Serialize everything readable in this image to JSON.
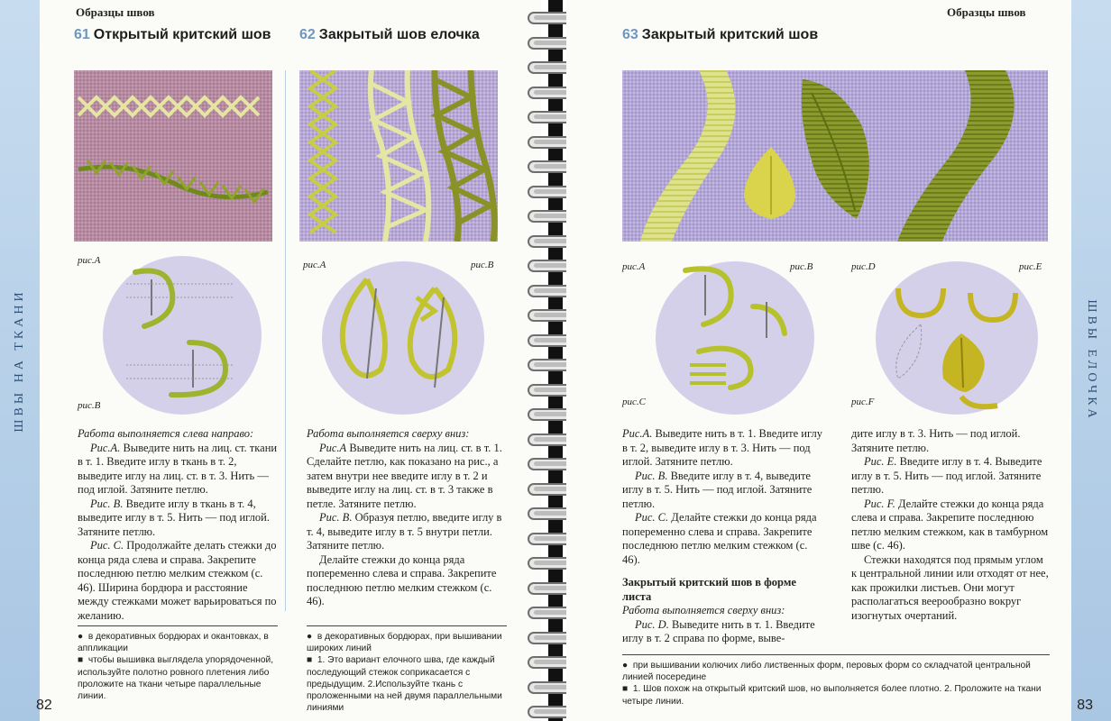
{
  "left_page": {
    "band_label": "ШВЫ НА ТКАНИ",
    "header": "Образцы швов",
    "page_number": "82",
    "stitch_61": {
      "number": "61",
      "title": "Открытый критский шов",
      "fig_a": "рис.А",
      "fig_b": "рис.B",
      "text": {
        "intro": "Работа выполняется слева направо:",
        "p1_label": "Рис.А.",
        "p1": " Выведите нить на лиц. ст. ткани в т. 1. Введите иглу в ткань в т. 2, выведите иглу на лиц. ст. в т. 3. Нить — под иглой. Затяните петлю.",
        "p2_label": "Рис. B.",
        "p2": " Введите иглу в ткань в т. 4, выведите иглу в т. 5. Нить — под иглой. Затяните петлю.",
        "p3_label": "Рис. C.",
        "p3": " Продолжайте делать стежки до конца ряда слева и справа. Закрепите последнюю петлю мелким стежком (с. 46). Ширина бордюра и расстояние между стежками может варьироваться по желанию."
      },
      "note1": "в декоративных бордюрах и окантовках, в аппликации",
      "note2": "чтобы вышивка выглядела упорядоченной, используйте полотно ровного плетения либо проложите на ткани четыре параллельные линии."
    },
    "stitch_62": {
      "number": "62",
      "title": "Закрытый шов елочка",
      "fig_a": "рис.А",
      "fig_b": "рис.B",
      "text": {
        "intro": "Работа выполняется сверху вниз:",
        "p1_label": "Рис.А",
        "p1": " Выведите нить на лиц. ст. в т. 1. Сделайте петлю, как показано на рис., а затем внутри нее введите иглу в т. 2 и выведите иглу на лиц. ст. в т. 3 также в петле. Затяните петлю.",
        "p2_label": "Рис. B.",
        "p2": " Образуя петлю, введите иглу в т. 4, выведите иглу в т. 5 внутри петли. Затяните петлю.",
        "p3": "Делайте стежки до конца ряда попеременно слева и справа. Закрепите последнюю петлю мелким стежком (с. 46)."
      },
      "note1": "в декоративных бордюрах, при вышивании широких линий",
      "note2": "1. Это вариант елочного шва, где каждый последующий стежок соприкасается с предыдущим. 2.Используйте ткань с проложенными на ней двумя параллельными линиями"
    }
  },
  "right_page": {
    "band_label": "ШВЫ ЕЛОЧКА",
    "header": "Образцы швов",
    "page_number": "83",
    "stitch_63": {
      "number": "63",
      "title": "Закрытый критский шов",
      "fig_a": "рис.А",
      "fig_b": "рис.B",
      "fig_c": "рис.C",
      "fig_d": "рис.D",
      "fig_e": "рис.E",
      "fig_f": "рис.F",
      "col1": {
        "p1_label": "Рис.А.",
        "p1": " Выведите нить в т. 1. Введите иглу в т. 2, выведите иглу в т. 3. Нить — под иглой. Затяните петлю.",
        "p2_label": "Рис. B.",
        "p2": " Введите иглу в т. 4, выведите иглу в т. 5. Нить — под иглой. Затяните петлю.",
        "p3_label": "Рис. C.",
        "p3": " Делайте стежки до конца ряда попеременно слева и справа. Закрепите последнюю петлю мелким стежком (с. 46).",
        "sub_title": "Закрытый критский шов в форме листа",
        "sub_intro": "Работа выполняется сверху вниз:",
        "p4_label": "Рис. D.",
        "p4": " Выведите нить в т. 1. Введите иглу в т. 2 справа по форме, выве-"
      },
      "col2": {
        "p1": "дите иглу в т. 3. Нить — под иглой. Затяните петлю.",
        "p2_label": "Рис. E.",
        "p2": " Введите иглу в т. 4. Выведите иглу в т. 5. Нить — под иглой. Затяните петлю.",
        "p3_label": "Рис. F.",
        "p3": " Делайте стежки до конца ряда слева и справа. Закрепите последнюю петлю мелким стежком, как в тамбурном шве (с. 46).",
        "p4": "Стежки находятся под прямым углом к центральной линии или отходят от нее, как прожилки листьев. Они могут располагаться веерообразно вокруг изогнутых очертаний."
      },
      "note1": "при вышивании колючих либо лиственных форм, перовых форм со складчатой центральной линией посередине",
      "note2": "1. Шов похож на открытый критский шов, но выполняется более плотно. 2. Проложите на ткани четыре линии."
    }
  },
  "colors": {
    "band": "#b6cfe8",
    "accent_number": "#6f97bd",
    "fabric_left": "#b98aa0",
    "fabric_mid": "#b8a9d6",
    "thread_yellow": "#d9df6a",
    "thread_olive": "#7d8f22"
  }
}
